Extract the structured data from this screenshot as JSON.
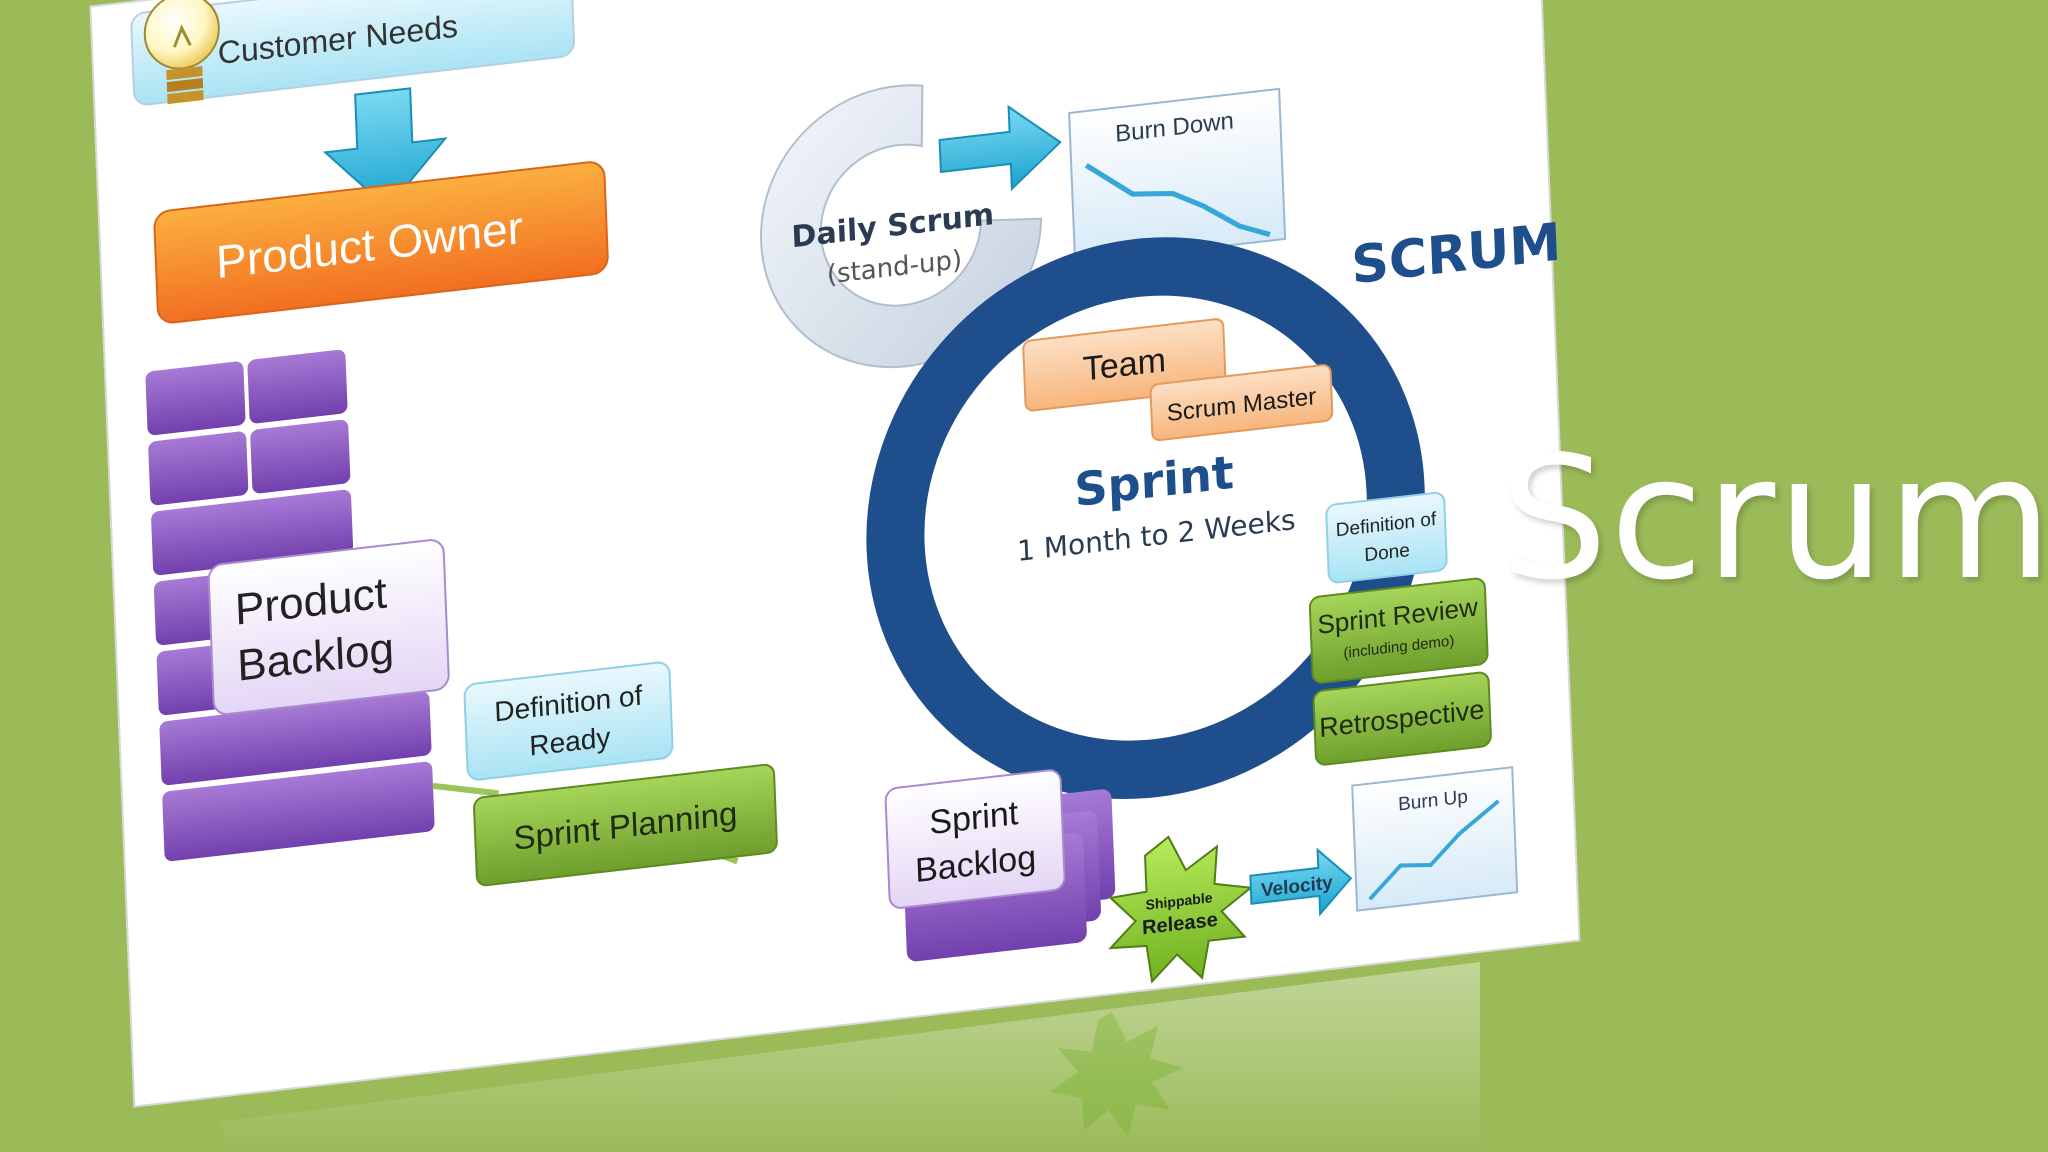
{
  "slide": {
    "title": "Scrum"
  },
  "diagram": {
    "heading": "SCRUM",
    "customer_needs": "Customer Needs",
    "product_owner": "Product Owner",
    "product_backlog": [
      "Product",
      "Backlog"
    ],
    "definition_of_ready": [
      "Definition of",
      "Ready"
    ],
    "sprint_planning": "Sprint Planning",
    "sprint_backlog": [
      "Sprint",
      "Backlog"
    ],
    "daily_scrum": {
      "title": "Daily Scrum",
      "subtitle": "(stand-up)"
    },
    "burn_down": "Burn Down",
    "team": "Team",
    "scrum_master": "Scrum Master",
    "sprint": {
      "title": "Sprint",
      "duration": "1 Month to 2 Weeks"
    },
    "definition_of_done": [
      "Definition of",
      "Done"
    ],
    "sprint_review": {
      "title": "Sprint Review",
      "note": "(including demo)"
    },
    "retrospective": "Retrospective",
    "burn_up": "Burn Up",
    "velocity": "Velocity",
    "release": {
      "top": "Shippable",
      "bottom": "Release"
    }
  },
  "colors": {
    "background": "#9bbb59",
    "product_owner": "#f7941d",
    "backlog": "#8e59c4",
    "green_box": "#8dc63f",
    "sprint_ring": "#1f4e8c",
    "arrow": "#36b8e0"
  }
}
